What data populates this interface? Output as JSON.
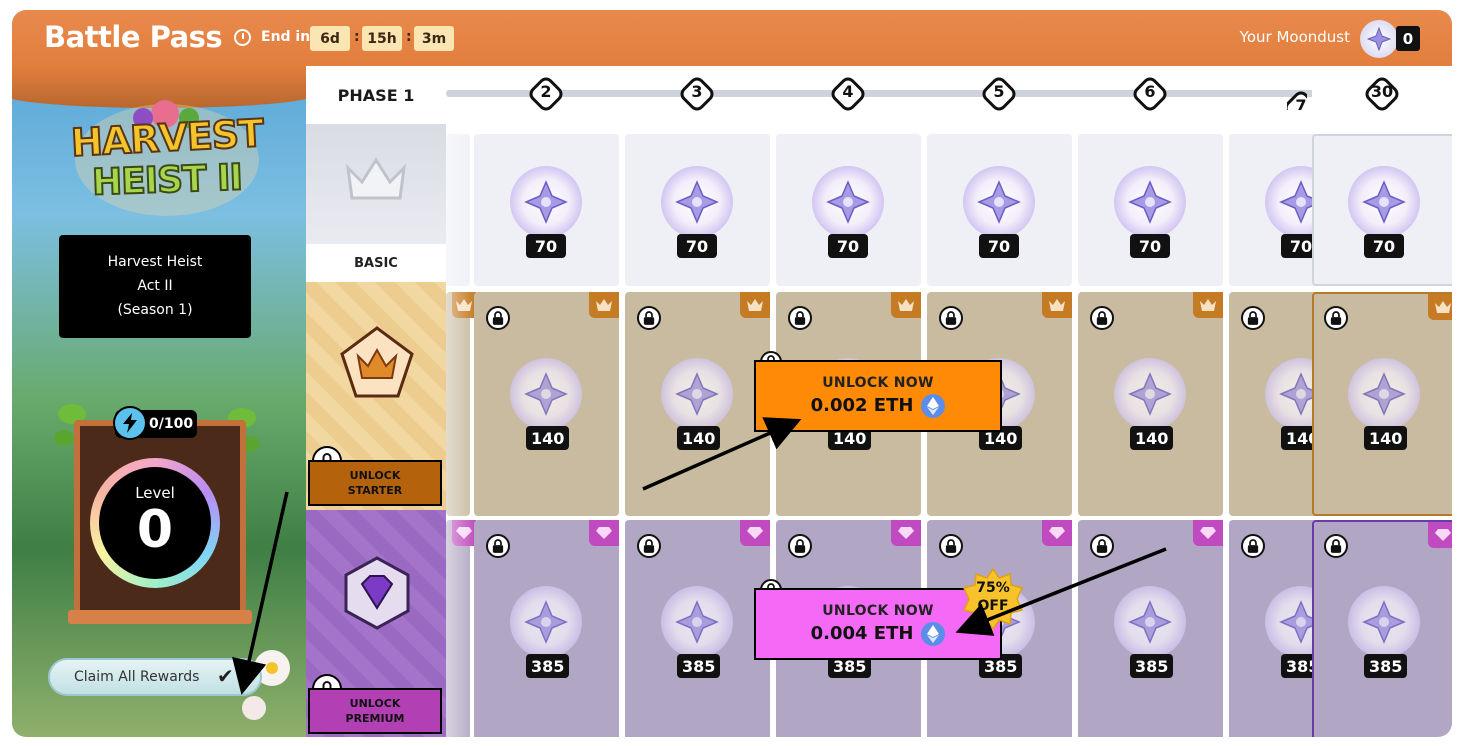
{
  "header": {
    "title": "Battle Pass",
    "end_label": "End in",
    "days": "6d",
    "hours": "15h",
    "minutes": "3m",
    "separator": ":",
    "moondust_label": "Your Moondust",
    "moondust_count": "0"
  },
  "sidebar": {
    "logo_line1": "HARVEST",
    "logo_line2": "HEIST II",
    "season_line1": "Harvest Heist",
    "season_line2": "Act II",
    "season_line3": "(Season 1)",
    "xp": "0/100",
    "level_label": "Level",
    "level_value": "0",
    "claim_button": "Claim All Rewards"
  },
  "phase": {
    "label": "PHASE 1",
    "nodes": [
      "2",
      "3",
      "4",
      "5",
      "6",
      "7",
      "30"
    ]
  },
  "tiers": {
    "basic": {
      "label": "BASIC",
      "reward": "70"
    },
    "starter": {
      "unlock_line1": "UNLOCK",
      "unlock_line2": "STARTER",
      "reward": "140"
    },
    "premium": {
      "unlock_line1": "UNLOCK",
      "unlock_line2": "PREMIUM",
      "reward": "385"
    }
  },
  "popups": {
    "starter": {
      "title": "UNLOCK NOW",
      "price": "0.002 ETH"
    },
    "premium": {
      "title": "UNLOCK NOW",
      "price": "0.004 ETH",
      "discount_line1": "75%",
      "discount_line2": "OFF"
    }
  },
  "colors": {
    "header_orange": "#e27e3e",
    "starter_orange": "#ff8a05",
    "premium_pink": "#f46af6",
    "eth_blue": "#5b8ee8"
  }
}
